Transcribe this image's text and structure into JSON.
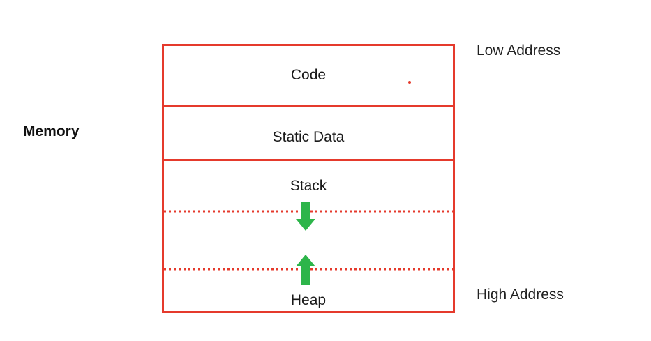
{
  "diagram": {
    "side_label": "Memory",
    "address_low": "Low Address",
    "address_high": "High Address",
    "segments": {
      "code": "Code",
      "static": "Static Data",
      "stack": "Stack",
      "heap": "Heap"
    },
    "colors": {
      "border": "#e53a2c",
      "arrow": "#2db54a",
      "text": "#1a1a1a"
    }
  }
}
